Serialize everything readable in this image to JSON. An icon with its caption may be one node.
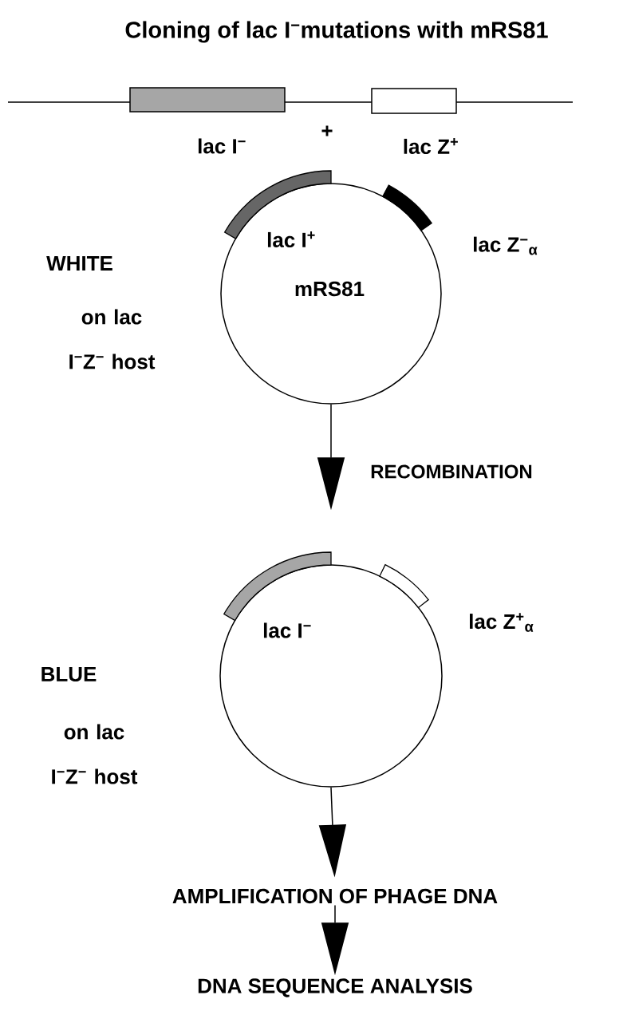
{
  "diagram": {
    "title": "Cloning of lac I$^{−}$mutations with mRS81",
    "nodes": [
      {
        "text": [
          "lac I$^{+}$",
          "mRS81"
        ],
        "beside": [
          "lac Z$^{−}$$_{α}$",
          "WHITE",
          "on lac I$^{−}$Z$^{−}$ host"
        ]
      },
      {
        "text": [
          "lac I$^{−}$"
        ],
        "beside": [
          "lac Z$^{+}$$_{α}$",
          "BLUE",
          "on lac I$^{−}$Z$^{−}$ host"
        ]
      },
      {
        "text": [
          "AMPLIFICATION OF PHAGE DNA"
        ]
      },
      {
        "text": [
          "DNA SEQUENCE ANALYSIS"
        ]
      }
    ],
    "edges": [
      {
        "from": 0,
        "to": 1,
        "arrow": "to",
        "label": "RECOMBINATION"
      },
      {
        "from": 1,
        "to": 2,
        "arrow": "to"
      },
      {
        "from": 2,
        "to": 3,
        "arrow": "to"
      }
    ],
    "labels": [
      "lac I$^{−}$",
      "+",
      "lac Z$^{+}$"
    ]
  }
}
